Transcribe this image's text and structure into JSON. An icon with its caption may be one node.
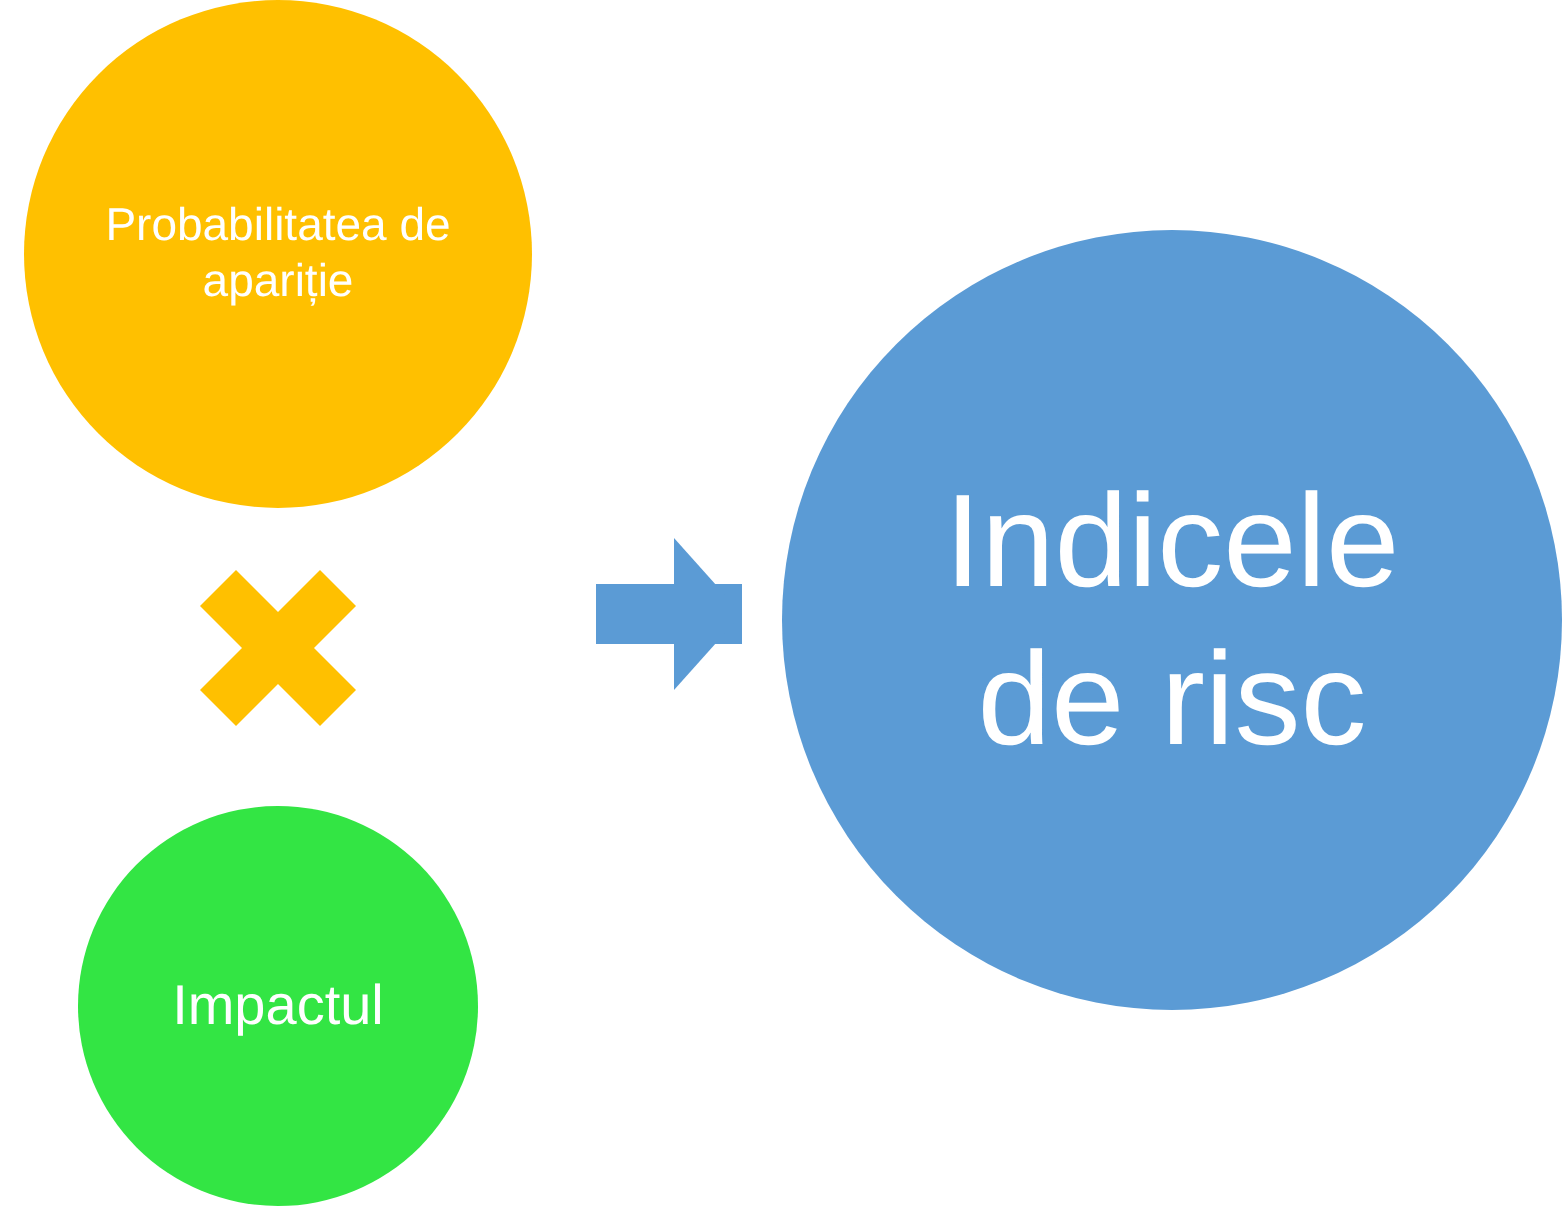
{
  "diagram": {
    "nodes": [
      {
        "text": [
          "Probabilitatea de apariție"
        ]
      },
      {
        "text": [
          "Impactul"
        ]
      },
      {
        "text": [
          "Indicele de risc"
        ]
      }
    ],
    "edges": [
      {
        "from": null,
        "to": 2,
        "arrow": "to"
      }
    ]
  }
}
